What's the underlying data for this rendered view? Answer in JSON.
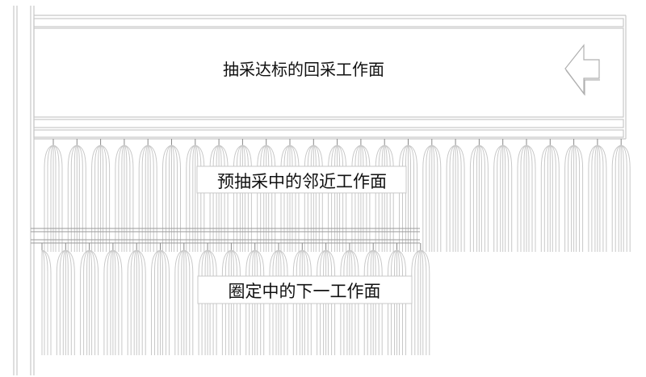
{
  "title": "Longwall panel extraction sequence diagram",
  "panels": {
    "top": {
      "label": "抽采达标的回采工作面",
      "arrow": "left"
    },
    "middle": {
      "label": "预抽采中的邻近工作面",
      "borehole_fans": 25
    },
    "bottom": {
      "label": "圈定中的下一工作面",
      "borehole_fans": 17
    }
  },
  "colors": {
    "line": "#c8c8c8",
    "dark_line": "#9a9a9a",
    "text": "#111111",
    "background": "#ffffff"
  },
  "icons": {
    "advance_direction": "left-arrow-icon"
  }
}
